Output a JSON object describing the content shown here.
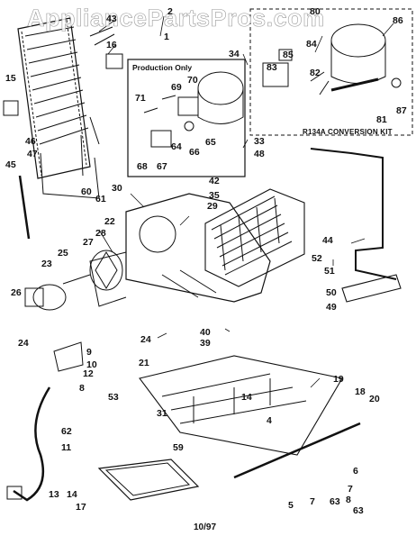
{
  "watermark": "AppliancePartsPros.com",
  "production_box_label": "Production Only",
  "conversion_kit_label": "R134A  CONVERSION KIT",
  "revision_date": "10/97",
  "callouts": [
    "43",
    "2",
    "16",
    "1",
    "15",
    "34",
    "80",
    "86",
    "85",
    "84",
    "82",
    "87",
    "83",
    "81",
    "70",
    "69",
    "71",
    "64",
    "67",
    "68",
    "66",
    "65",
    "33",
    "48",
    "46",
    "47",
    "45",
    "60",
    "61",
    "30",
    "42",
    "29",
    "35",
    "22",
    "44",
    "52",
    "51",
    "28",
    "27",
    "25",
    "23",
    "26",
    "24",
    "50",
    "49",
    "24",
    "40",
    "39",
    "9",
    "10",
    "12",
    "8",
    "21",
    "14",
    "19",
    "18",
    "20",
    "53",
    "31",
    "59",
    "62",
    "11",
    "4",
    "6",
    "7",
    "8",
    "63",
    "13",
    "14",
    "17",
    "5",
    "7",
    "63"
  ],
  "colors": {
    "ink": "#111111",
    "paper": "#ffffff"
  }
}
